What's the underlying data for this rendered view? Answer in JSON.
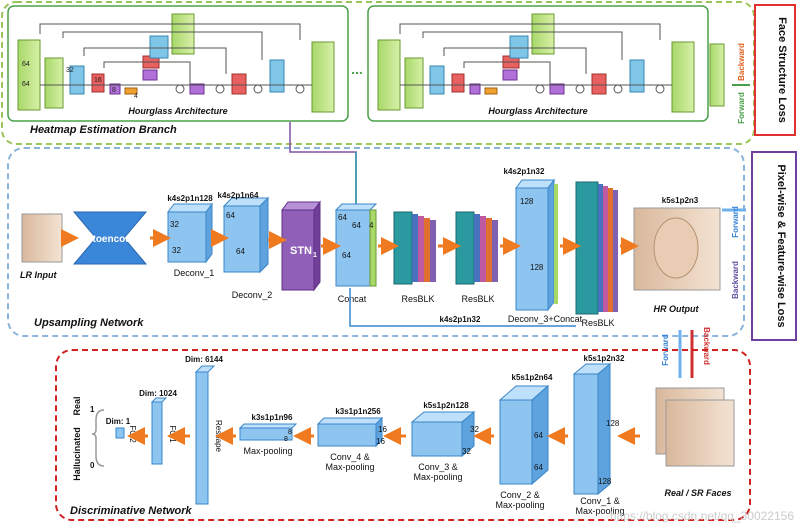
{
  "heatmap": {
    "branch_label": "Heatmap Estimation Branch",
    "hourglass_label_1": "Hourglass Architecture",
    "hourglass_label_2": "Hourglass Architecture",
    "dims": {
      "d64a": "64",
      "d64b": "64",
      "d32": "32",
      "d16": "16",
      "d8": "8",
      "d4": "4"
    },
    "ellipsis": "...",
    "forward": "Forward",
    "backward": "Backward"
  },
  "face_loss": {
    "label": "Face Structure Loss"
  },
  "pixel_loss": {
    "label": "Pixel-wise & Feature-wise Loss"
  },
  "upsampling": {
    "network_label": "Upsampling Network",
    "lr_input": "LR Input",
    "autoencoder": "Autoencoder",
    "deconv1": {
      "code": "k4s2p1n128",
      "label": "Deconv_1",
      "d1": "32",
      "d2": "32"
    },
    "deconv2": {
      "code": "k4s2p1n64",
      "label": "Deconv_2",
      "d1": "64",
      "d2": "64"
    },
    "stn": "STN",
    "stn_sub": "1",
    "concat": {
      "label": "Concat",
      "d1": "64",
      "d2": "64",
      "d3": "4",
      "d4": "64"
    },
    "resblk_1": "ResBLK",
    "resblk_2": "ResBLK",
    "deconv3": {
      "code": "k4s2p1n32",
      "label": "Deconv_3+Concat",
      "d1": "128",
      "d2": "128"
    },
    "resblk_3": "ResBLK",
    "hr_code": "k5s1p2n3",
    "hr_output": "HR Output",
    "skip_code": "k4s2p1n32",
    "forward": "Forward",
    "backward": "Backward"
  },
  "discriminator": {
    "network_label": "Discriminative Network",
    "real_sr": "Real / SR Faces",
    "conv1": {
      "code": "k5s1p2n32",
      "label_1": "Conv_1 &",
      "label_2": "Max-pooling",
      "d1": "128",
      "d2": "128"
    },
    "conv2": {
      "code": "k5s1p2n64",
      "label_1": "Conv_2 &",
      "label_2": "Max-pooling",
      "d1": "64",
      "d2": "64"
    },
    "conv3": {
      "code": "k5s1p2n128",
      "label_1": "Conv_3 &",
      "label_2": "Max-pooling",
      "d1": "32",
      "d2": "32"
    },
    "conv4": {
      "code": "k3s1p1n256",
      "label_1": "Conv_4 &",
      "label_2": "Max-pooling",
      "d1": "16",
      "d2": "16"
    },
    "conv5": {
      "code": "k3s1p1n96",
      "label": "Max-pooling",
      "d1": "8",
      "d2": "8"
    },
    "reshape": {
      "dim": "Dim: 6144",
      "label": "Reshape"
    },
    "fc1": {
      "dim": "Dim: 1024",
      "label": "FC 1"
    },
    "fc2": {
      "dim": "Dim: 1",
      "label": "FC 2"
    },
    "real": "Real",
    "hallucinated": "Hallucinated",
    "one": "1",
    "zero": "0"
  },
  "watermark": "https://blog.csdn.net/qq_30022156"
}
